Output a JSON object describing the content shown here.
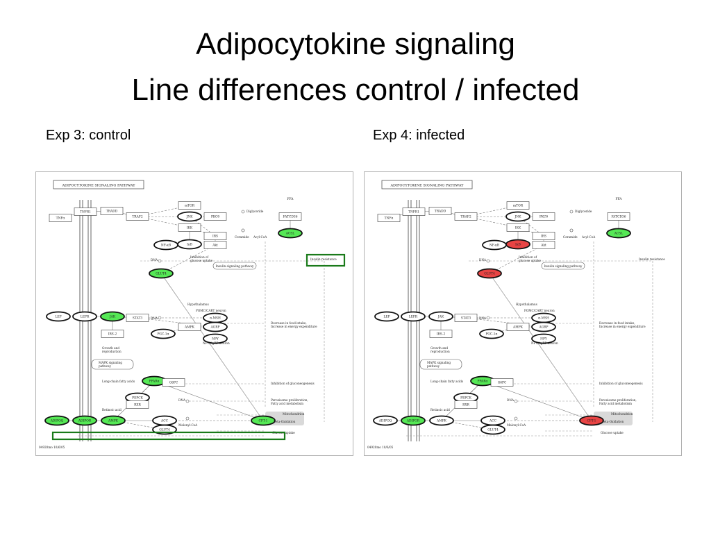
{
  "slide": {
    "title_line1": "Adipocytokine signaling",
    "title_line2": "Line differences control / infected",
    "left_label": "Exp 3: control",
    "right_label": "Exp 4: infected"
  },
  "pathway": {
    "header": "ADIPOCYTOKINE SIGNALING PATHWAY",
    "footer": "04920mo 10/6/05",
    "colors": {
      "up": "#55e855",
      "down": "#e84444",
      "highlight_box": "#1a7a1a"
    },
    "texts": {
      "ffa": "FFA",
      "diglyceride": "Diglyceride",
      "ceramide": "Ceramide",
      "acyl_coa": "Acyl-CoA",
      "dna": "DNA",
      "inhibition_glucose_uptake": "Inhibition of glucose uptake",
      "insulin_signaling": "Insulin signaling pathway",
      "insulin_resistance": "Insulin resistance",
      "hypothalamus": "Hypothalamus",
      "pomc_neuron": "POMC/CART neuron",
      "npy_neuron": "NPY/AgRP neuron",
      "decrease_food": "Decrease in food intake, Increase in energy expenditure",
      "growth": "Growth and reproduction",
      "mapk": "MAPK signaling pathway",
      "lcfa": "Long-chain fatty acids",
      "inhibition_gluconeogenesis": "Inhibition of gluconeogenesis",
      "retinoic": "Retinoic acid",
      "peroxisome": "Peroxisome proliferation, Fatty acid metabolism",
      "malonyl": "Malonyl-CoA",
      "mito": "Mitochondrion",
      "beta_ox": "beta-Oxidation",
      "glucose_uptake": "Glucose uptake"
    },
    "nodes": [
      {
        "id": "tnfa",
        "label": "TNFα"
      },
      {
        "id": "tnfr1",
        "label": "TNFR1"
      },
      {
        "id": "tradd",
        "label": "TRADD"
      },
      {
        "id": "traf2",
        "label": "TRAF2"
      },
      {
        "id": "mtor",
        "label": "mTOR"
      },
      {
        "id": "jnk",
        "label": "JNK"
      },
      {
        "id": "pkc",
        "label": "PKCθ"
      },
      {
        "id": "ikk",
        "label": "IKK"
      },
      {
        "id": "irs",
        "label": "IRS"
      },
      {
        "id": "nfkb",
        "label": "NF-κB"
      },
      {
        "id": "ikb",
        "label": "IκB"
      },
      {
        "id": "akt",
        "label": "Akt"
      },
      {
        "id": "fatcd36",
        "label": "FATCD36"
      },
      {
        "id": "acsl",
        "label": "ACSL"
      },
      {
        "id": "glut4",
        "label": "GLUT4"
      },
      {
        "id": "lep",
        "label": "LEP"
      },
      {
        "id": "lepr",
        "label": "LEPR"
      },
      {
        "id": "jak",
        "label": "JAK"
      },
      {
        "id": "stat3",
        "label": "STAT3"
      },
      {
        "id": "irs2",
        "label": "IRS-2"
      },
      {
        "id": "amsh",
        "label": "α-MSH"
      },
      {
        "id": "ampk1",
        "label": "AMPK"
      },
      {
        "id": "agrp",
        "label": "AGRP"
      },
      {
        "id": "pgc1a",
        "label": "PGC-1α"
      },
      {
        "id": "npy",
        "label": "NPY"
      },
      {
        "id": "pparg",
        "label": "PPARα"
      },
      {
        "id": "g6pc",
        "label": "G6PC"
      },
      {
        "id": "pepck",
        "label": "PEPCK"
      },
      {
        "id": "rxr",
        "label": "RXR"
      },
      {
        "id": "adipoq",
        "label": "ADIPOQ"
      },
      {
        "id": "adipor",
        "label": "ADIPOR"
      },
      {
        "id": "ampk2",
        "label": "AMPK"
      },
      {
        "id": "acc",
        "label": "ACC"
      },
      {
        "id": "cpt1",
        "label": "CPT-1"
      },
      {
        "id": "glut1",
        "label": "GLUT4"
      }
    ],
    "left_status": {
      "acsl": "up",
      "glut4": "up",
      "jak": "up",
      "pparg": "up",
      "adipoq": "up",
      "adipor": "up",
      "ampk2": "up",
      "cpt1": "up"
    },
    "right_status": {
      "acsl": "up",
      "ikb": "down",
      "glut4": "down",
      "pparg": "up",
      "adipor": "up",
      "cpt1": "down"
    }
  }
}
